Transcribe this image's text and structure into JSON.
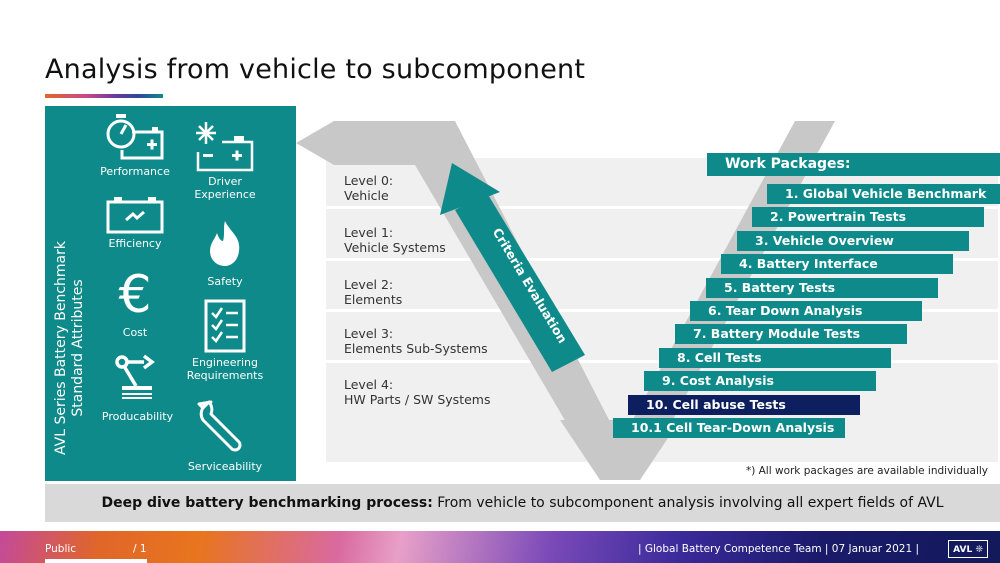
{
  "slide": {
    "title": "Analysis from vehicle to subcomponent"
  },
  "attributes_panel": {
    "vertical_title_line1": "AVL Series Battery Benchmark",
    "vertical_title_line2": "Standard Attributes",
    "items": [
      {
        "label": "Performance",
        "icon": "stopwatch-battery-icon"
      },
      {
        "label": "Driver Experience",
        "icon": "snowflake-battery-icon"
      },
      {
        "label": "Efficiency",
        "icon": "battery-efficiency-icon"
      },
      {
        "label": "Safety",
        "icon": "flame-icon"
      },
      {
        "label": "Cost",
        "icon": "euro-icon"
      },
      {
        "label": "Engineering Requirements",
        "icon": "checklist-icon"
      },
      {
        "label": "Producability",
        "icon": "robot-arm-icon"
      },
      {
        "label": "Serviceability",
        "icon": "wrench-icon"
      }
    ]
  },
  "levels": [
    {
      "line1": "Level 0:",
      "line2": "Vehicle"
    },
    {
      "line1": "Level 1:",
      "line2": "Vehicle Systems"
    },
    {
      "line1": "Level 2:",
      "line2": "Elements"
    },
    {
      "line1": "Level 3:",
      "line2": "Elements Sub-Systems"
    },
    {
      "line1": "Level 4:",
      "line2": "HW Parts / SW Systems"
    }
  ],
  "criteria_arrow": {
    "label": "Criteria Evaluation"
  },
  "work_packages": {
    "heading": "Work Packages:",
    "items": [
      {
        "label": "1. Global Vehicle Benchmark",
        "highlight": false
      },
      {
        "label": "2. Powertrain Tests",
        "highlight": false
      },
      {
        "label": "3. Vehicle Overview",
        "highlight": false
      },
      {
        "label": "4. Battery Interface",
        "highlight": false
      },
      {
        "label": "5. Battery Tests",
        "highlight": false
      },
      {
        "label": "6. Tear Down Analysis",
        "highlight": false
      },
      {
        "label": "7. Battery Module Tests",
        "highlight": false
      },
      {
        "label": "8. Cell Tests",
        "highlight": false
      },
      {
        "label": "9. Cost Analysis",
        "highlight": false
      },
      {
        "label": "10. Cell abuse Tests",
        "highlight": true
      },
      {
        "label": "10.1 Cell Tear-Down Analysis",
        "highlight": false
      }
    ],
    "note": "*) All work packages are available individually"
  },
  "summary": {
    "bold": "Deep dive battery benchmarking process:",
    "rest": " From vehicle to subcomponent analysis involving all expert fields of AVL"
  },
  "footer": {
    "classification": "Public",
    "page": "/ 1",
    "team_date": "| Global Battery Competence Team | 07 Januar 2021 |",
    "logo": "AVL ❊"
  },
  "colors": {
    "teal": "#0f8a8a",
    "navy": "#0d1f5e",
    "grey_v": "#c8c8c8",
    "band": "#f0f0f0"
  }
}
